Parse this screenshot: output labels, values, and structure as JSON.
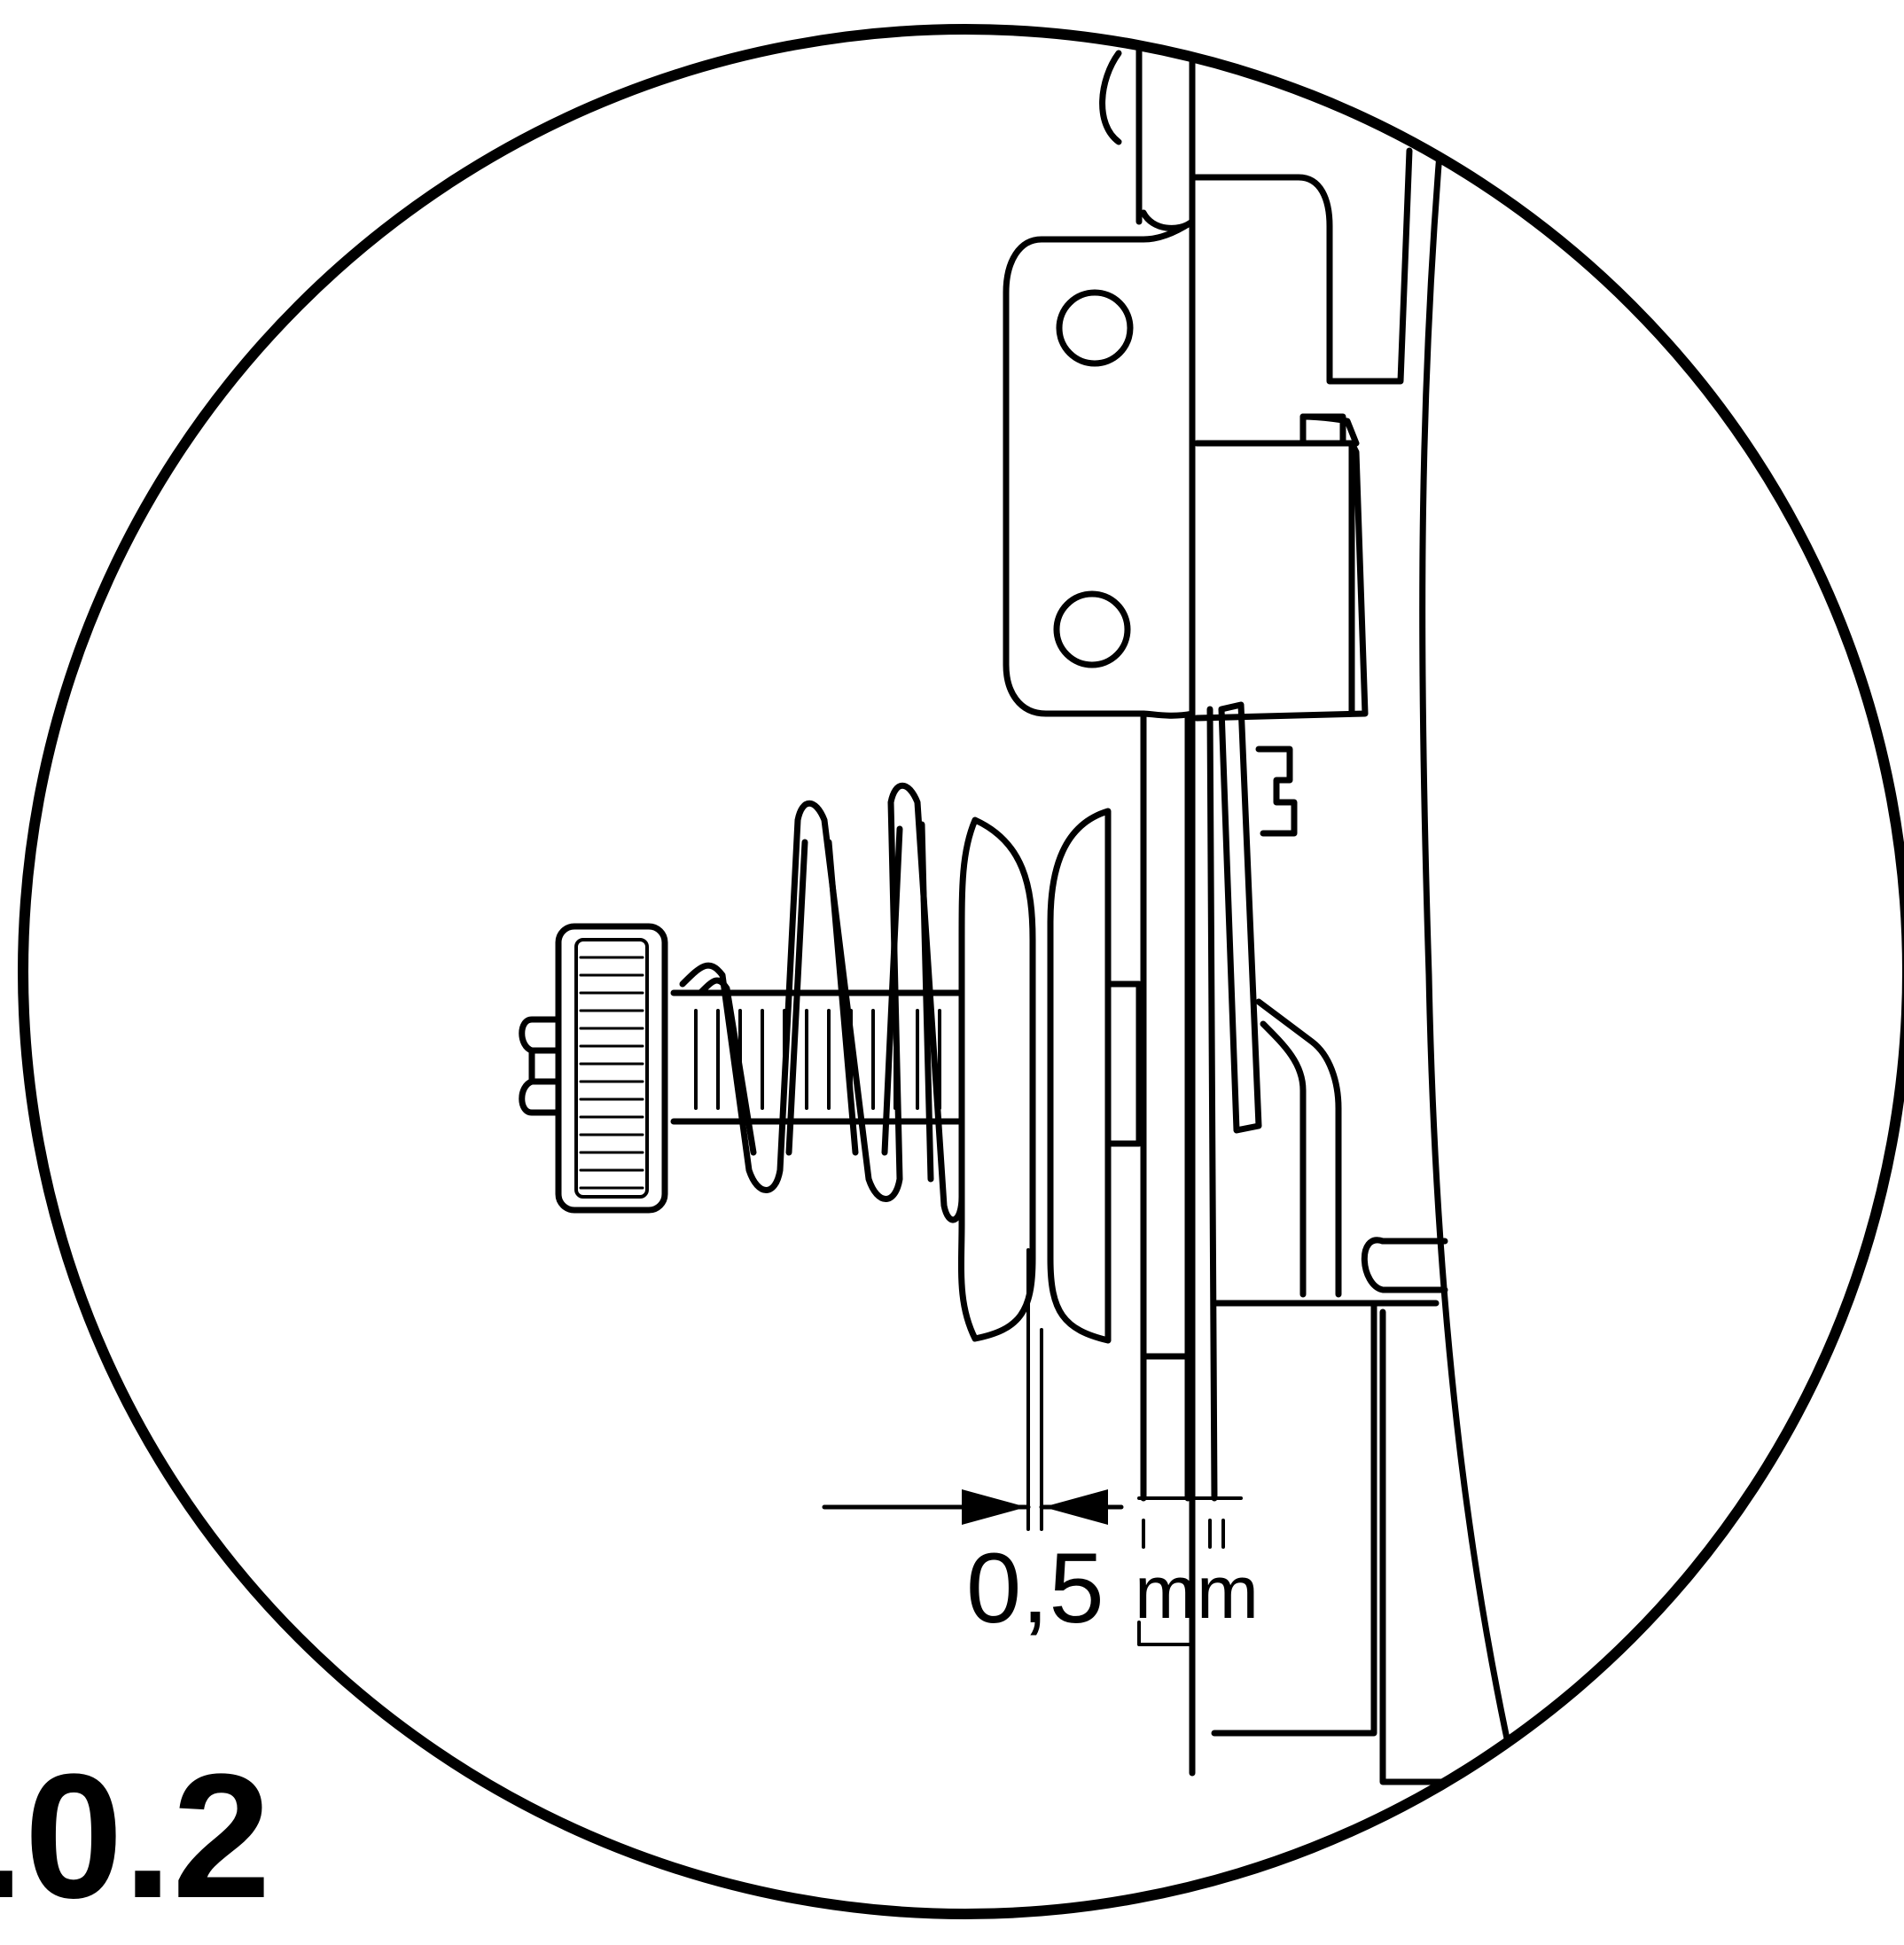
{
  "figure": {
    "number_label": ".0.2",
    "dimension_value": "0,5",
    "dimension_unit": "mm"
  },
  "colors": {
    "ink": "#000000",
    "paper": "#ffffff"
  },
  "icons": {
    "thumb_nut": "knurled-thumb-nut",
    "spring": "compression-spring",
    "discs": "tension-discs",
    "bracket": "mounting-bracket"
  }
}
